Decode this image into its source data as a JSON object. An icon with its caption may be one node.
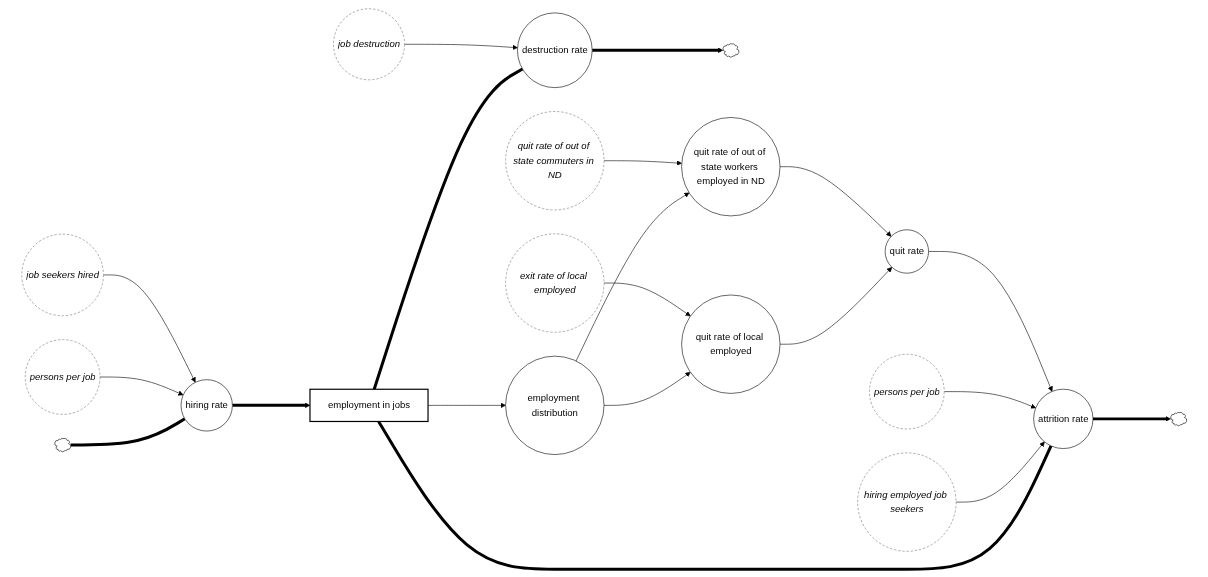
{
  "diagram": {
    "nodes": [
      {
        "text": [
          "employment in jobs"
        ]
      },
      {
        "text": [
          "hiring rate"
        ]
      },
      {
        "text": [
          "destruction rate"
        ]
      },
      {
        "text": [
          "attrition rate"
        ]
      },
      {
        "text": [],
        "shape": "cloud"
      },
      {
        "text": [],
        "shape": "cloud"
      },
      {
        "text": [],
        "shape": "cloud"
      },
      {
        "text": [
          "persons per job"
        ]
      },
      {
        "text": [
          "job seekers hired"
        ]
      },
      {
        "text": [
          "job destruction"
        ]
      },
      {
        "text": [
          "hiring employed job seekers"
        ]
      },
      {
        "text": [
          "persons per job"
        ]
      },
      {
        "text": [
          "quit rate"
        ]
      },
      {
        "text": [
          "quit rate of local employed"
        ]
      },
      {
        "text": [
          "employment distribution"
        ]
      },
      {
        "text": [
          "exit rate of local employed"
        ]
      },
      {
        "text": [
          "quit rate of out of state workers employed in ND"
        ]
      },
      {
        "text": [
          "quit rate of out of state commuters in ND"
        ]
      }
    ],
    "edges": [
      {
        "from": 4,
        "to": 1,
        "arrow": "none",
        "style": "thick"
      },
      {
        "from": 1,
        "to": 0,
        "arrow": "to",
        "style": "thick"
      },
      {
        "from": 0,
        "to": 2,
        "arrow": "none",
        "style": "thick"
      },
      {
        "from": 2,
        "to": 5,
        "arrow": "to",
        "style": "thick"
      },
      {
        "from": 0,
        "to": 3,
        "arrow": "none",
        "style": "thick"
      },
      {
        "from": 3,
        "to": 6,
        "arrow": "to",
        "style": "thick"
      },
      {
        "from": 7,
        "to": 1,
        "arrow": "to"
      },
      {
        "from": 8,
        "to": 1,
        "arrow": "to"
      },
      {
        "from": 9,
        "to": 2,
        "arrow": "to"
      },
      {
        "from": 10,
        "to": 3,
        "arrow": "to"
      },
      {
        "from": 11,
        "to": 3,
        "arrow": "to"
      },
      {
        "from": 0,
        "to": 14,
        "arrow": "to"
      },
      {
        "from": 12,
        "to": 3,
        "arrow": "to"
      },
      {
        "from": 13,
        "to": 12,
        "arrow": "to"
      },
      {
        "from": 14,
        "to": 13,
        "arrow": "to"
      },
      {
        "from": 15,
        "to": 13,
        "arrow": "to"
      },
      {
        "from": 14,
        "to": 16,
        "arrow": "to"
      },
      {
        "from": 16,
        "to": 12,
        "arrow": "to"
      },
      {
        "from": 17,
        "to": 16,
        "arrow": "to"
      }
    ]
  }
}
